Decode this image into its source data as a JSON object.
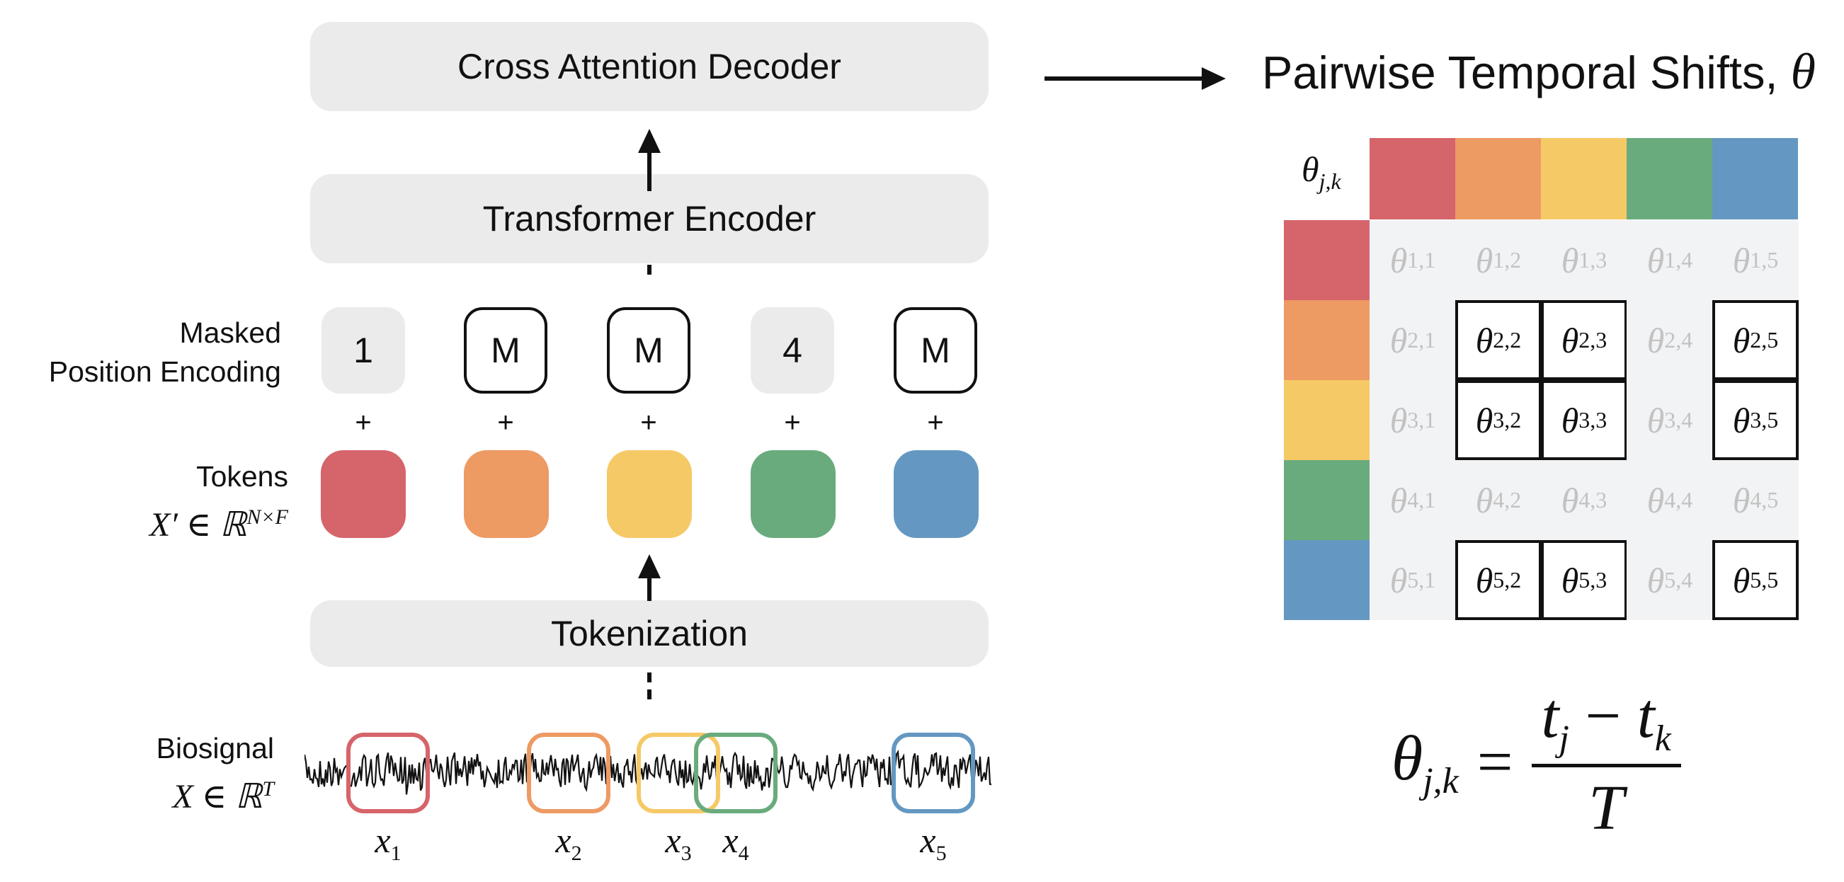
{
  "blocks": {
    "decoder": "Cross Attention Decoder",
    "encoder": "Transformer Encoder",
    "tokenization": "Tokenization"
  },
  "labels": {
    "masked_line1": "Masked",
    "masked_line2": "Position Encoding",
    "tokens_title": "Tokens",
    "tokens_math": "X′ ∈ ℝ",
    "tokens_sup": "N×F",
    "biosignal_title": "Biosignal",
    "biosignal_math": "X ∈ ℝ",
    "biosignal_sup": "T"
  },
  "positions": [
    "1",
    "M",
    "M",
    "4",
    "M"
  ],
  "position_masked": [
    false,
    true,
    true,
    false,
    true
  ],
  "plus": "+",
  "token_colors": [
    "#d6646b",
    "#ed9a63",
    "#f6c967",
    "#6aab7d",
    "#6498c2"
  ],
  "patch_labels": [
    "x",
    "x",
    "x",
    "x",
    "x"
  ],
  "patch_subs": [
    "1",
    "2",
    "3",
    "4",
    "5"
  ],
  "output": {
    "title": "Pairwise Temporal Shifts, ",
    "title_symbol": "θ"
  },
  "matrix": {
    "corner_symbol": "θ",
    "corner_sub": "j,k",
    "symbol": "θ",
    "cells": [
      [
        "1,1",
        "1,2",
        "1,3",
        "1,4",
        "1,5"
      ],
      [
        "2,1",
        "2,2",
        "2,3",
        "2,4",
        "2,5"
      ],
      [
        "3,1",
        "3,2",
        "3,3",
        "3,4",
        "3,5"
      ],
      [
        "4,1",
        "4,2",
        "4,3",
        "4,4",
        "4,5"
      ],
      [
        "5,1",
        "5,2",
        "5,3",
        "5,4",
        "5,5"
      ]
    ],
    "highlighted": [
      [
        false,
        false,
        false,
        false,
        false
      ],
      [
        false,
        true,
        true,
        false,
        true
      ],
      [
        false,
        true,
        true,
        false,
        true
      ],
      [
        false,
        false,
        false,
        false,
        false
      ],
      [
        false,
        true,
        true,
        false,
        true
      ]
    ]
  },
  "formula": {
    "lhs_symbol": "θ",
    "lhs_sub": "j,k",
    "equals": "=",
    "num_a": "t",
    "num_a_sub": "j",
    "minus": " − ",
    "num_b": "t",
    "num_b_sub": "k",
    "den": "T"
  }
}
